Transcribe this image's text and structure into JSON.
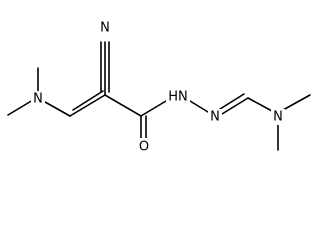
{
  "molecule": {
    "atoms": {
      "n_left": "N",
      "n_nitrile": "N",
      "o_carbonyl": "O",
      "nh": "HN",
      "n_hydrazone": "N",
      "n_right": "N"
    }
  }
}
